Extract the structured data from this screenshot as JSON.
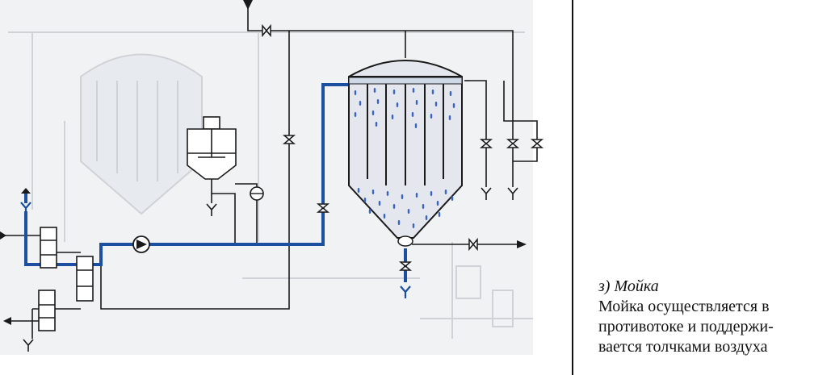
{
  "caption": {
    "heading": "з) Мойка",
    "lines": [
      "Мойка осуществляется в",
      "противотоке и поддержи-",
      "вается толчками воздуха"
    ]
  },
  "colors": {
    "wash_line": "#1d4fa0",
    "pipe": "#1a1a1a",
    "spray": "#3a64c0",
    "background_sheet": "#f0f2f4",
    "ghost_equipment": "#cfd3d8"
  },
  "icons": [
    "valve-icon",
    "drain-icon",
    "pump-icon",
    "flow-arrow-icon",
    "filter-vessel-icon",
    "dosing-tank-icon",
    "gauge-icon"
  ]
}
